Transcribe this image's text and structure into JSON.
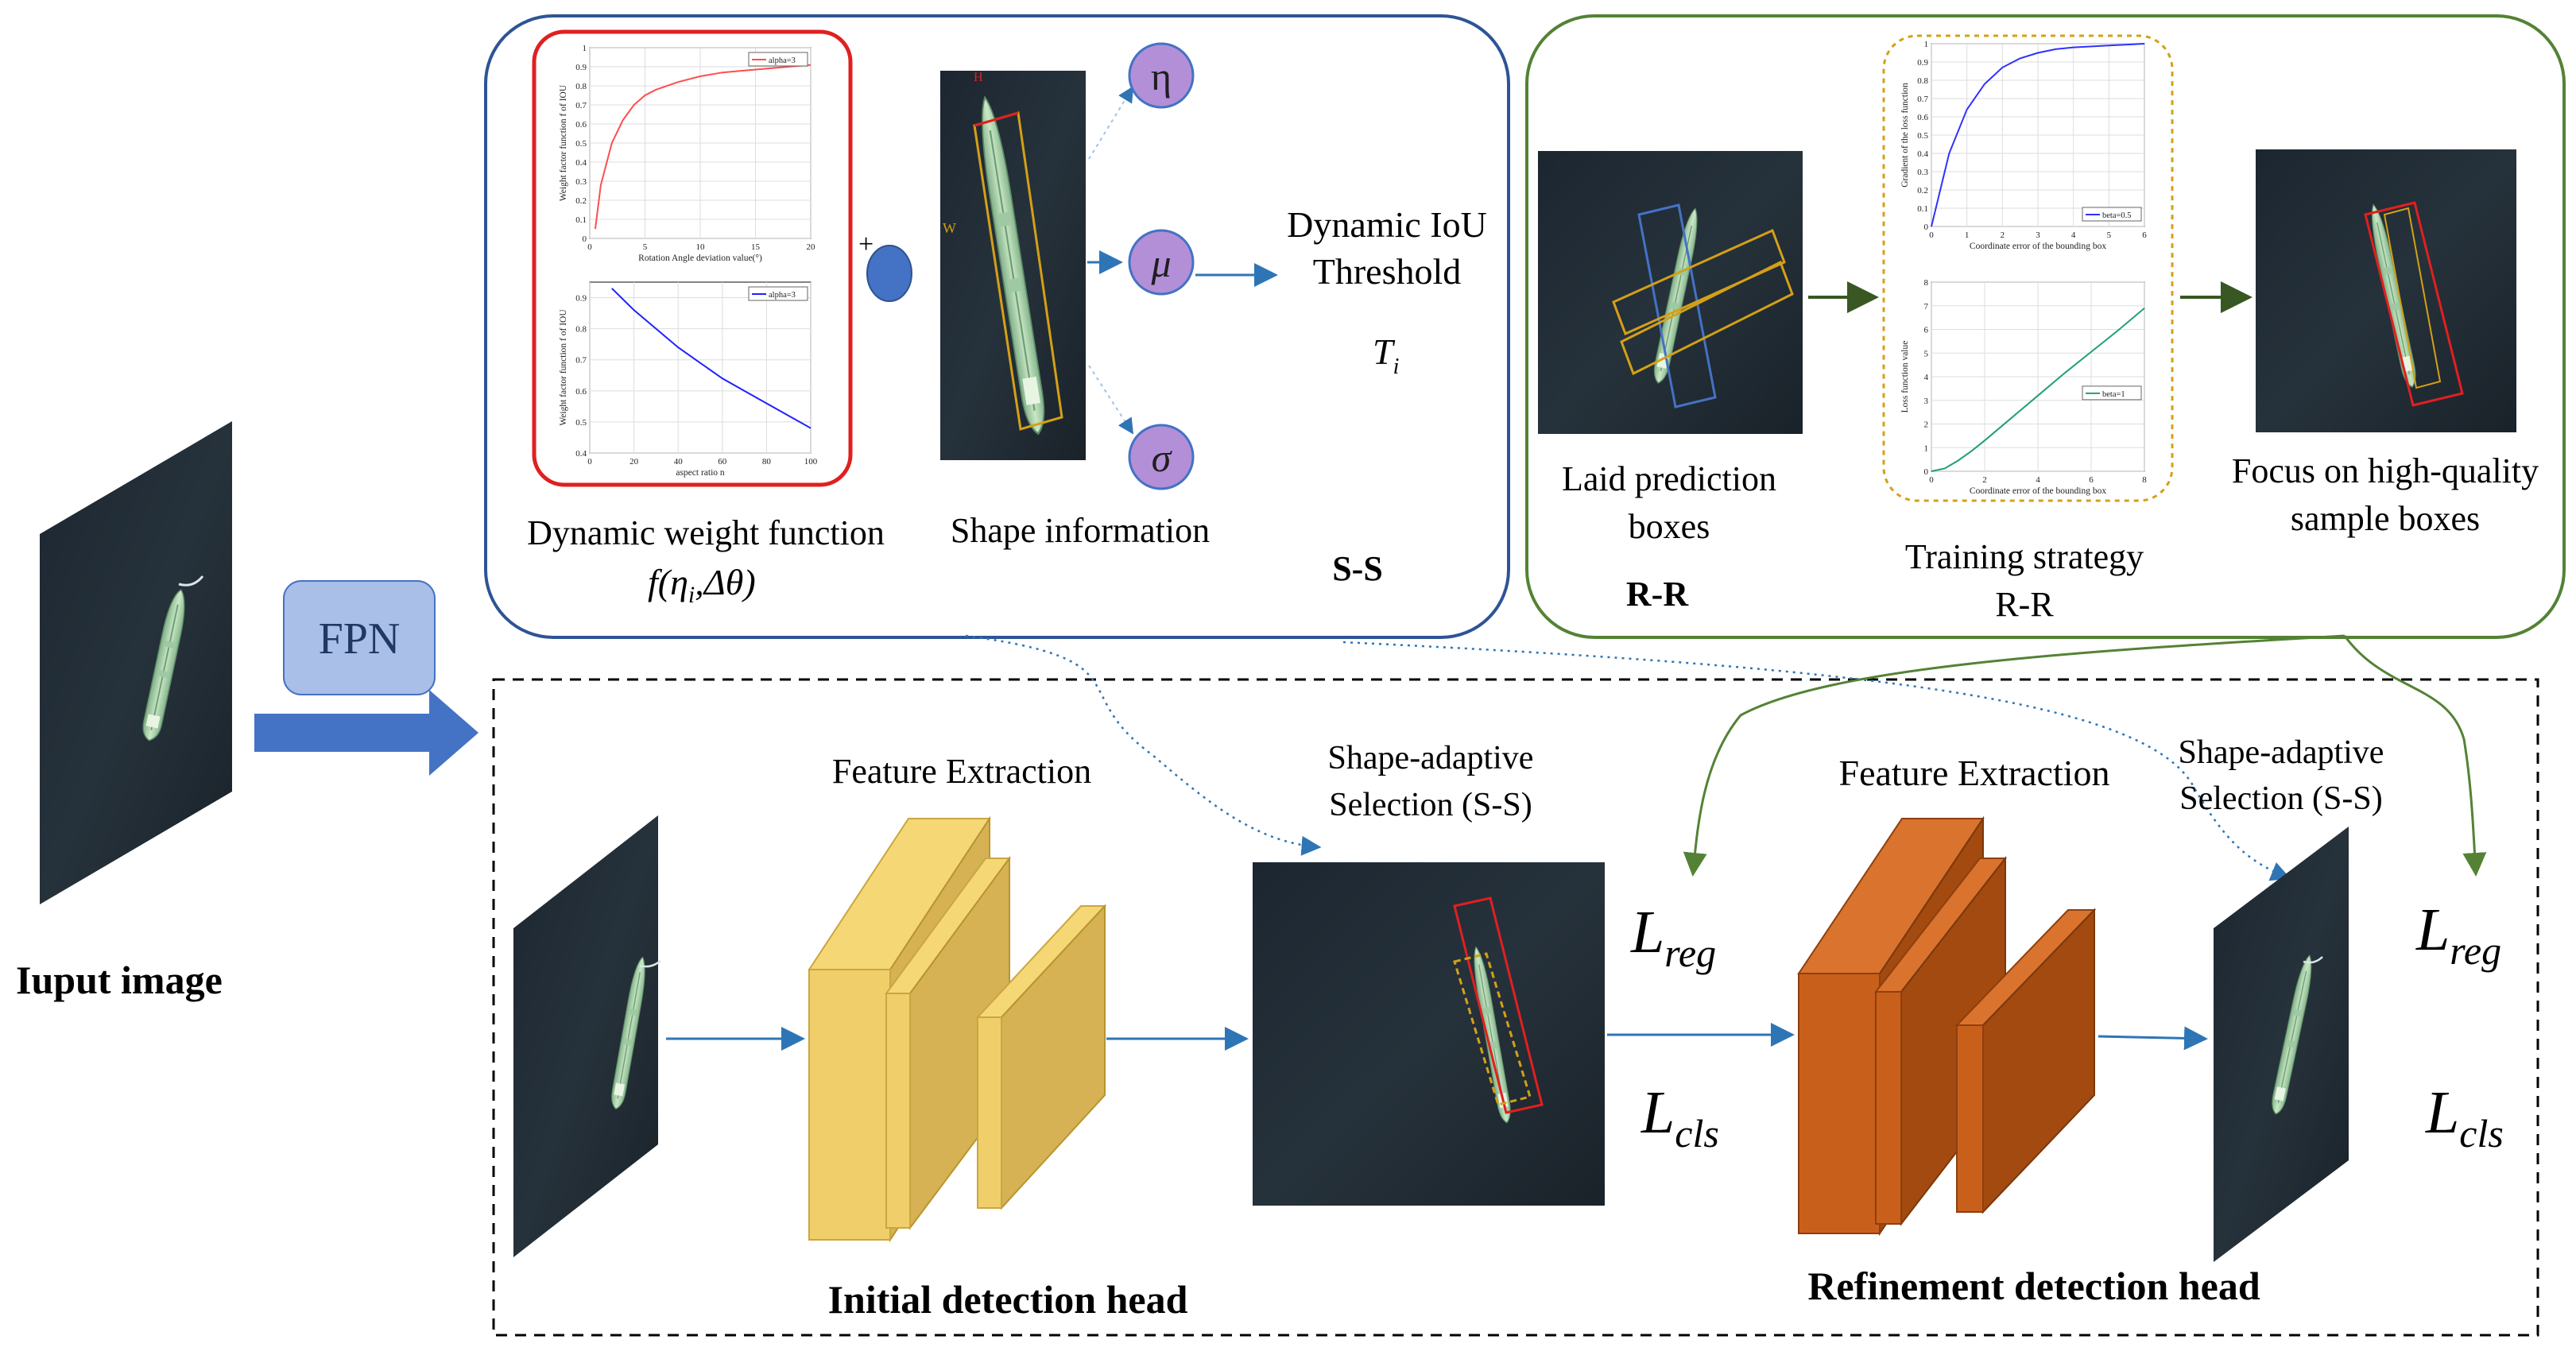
{
  "input": {
    "label": "Iuput image"
  },
  "fpn": {
    "label": "FPN"
  },
  "ss_panel": {
    "tag": "S-S",
    "dwf_caption": "Dynamic weight function",
    "dwf_formula": "f(η",
    "dwf_formula_sub": "i",
    "dwf_formula_rest": ",Δθ)",
    "shape_caption": "Shape information",
    "plus": "+",
    "eta": "η",
    "mu": "μ",
    "sigma": "σ",
    "threshold_line1": "Dynamic IoU",
    "threshold_line2": "Threshold",
    "threshold_sym": "T",
    "threshold_sub": "i",
    "ship_label_h": "H",
    "ship_label_w": "W"
  },
  "rr_panel": {
    "laid_line1": "Laid prediction",
    "laid_line2": "boxes",
    "rr_tag": "R-R",
    "train_line1": "Training strategy",
    "train_line2": "R-R",
    "focus_line1": "Focus on high-quality",
    "focus_line2": "sample boxes"
  },
  "pipeline": {
    "feat1": "Feature Extraction",
    "feat2": "Feature Extraction",
    "sas1_line1": "Shape-adaptive",
    "sas1_line2": "Selection  (S-S)",
    "sas2_line1": "Shape-adaptive",
    "sas2_line2": "Selection  (S-S)",
    "lreg": "L",
    "lreg_sub": "reg",
    "lcls": "L",
    "lcls_sub": "cls",
    "initial_head": "Initial detection head",
    "refine_head": "Refinement detection head"
  },
  "colors": {
    "ss_border": "#2e5496",
    "rr_border": "#548235",
    "red_box": "#e02020",
    "gold_box": "#d4a017",
    "arrow_blue": "#2e75b6",
    "yellow_face": "#f5d776",
    "yellow_side": "#d6b254",
    "orange_face": "#c8601c",
    "orange_side": "#a24a10",
    "fpn_fill": "#a9bfe8",
    "circle_purple": "#b38fd8"
  },
  "chart_data": [
    {
      "type": "line",
      "title": "",
      "xlabel": "Rotation Angle deviation value(°)",
      "ylabel": "Weight factor function f of IOU",
      "xlim": [
        0,
        20
      ],
      "ylim": [
        0,
        1
      ],
      "xticks": [
        "0",
        "5",
        "10",
        "15",
        "20"
      ],
      "yticks": [
        "0",
        "0.1",
        "0.2",
        "0.3",
        "0.4",
        "0.5",
        "0.6",
        "0.7",
        "0.8",
        "0.9",
        "1"
      ],
      "legend": "top-right",
      "series": [
        {
          "name": "alpha=3",
          "color": "#ff4d4d",
          "x": [
            0.5,
            1,
            2,
            3,
            4,
            5,
            6,
            8,
            10,
            12,
            14,
            16,
            18,
            20
          ],
          "values": [
            0.05,
            0.28,
            0.5,
            0.62,
            0.7,
            0.75,
            0.78,
            0.82,
            0.85,
            0.87,
            0.88,
            0.89,
            0.9,
            0.91
          ]
        }
      ]
    },
    {
      "type": "line",
      "title": "",
      "xlabel": "aspect ratio n",
      "ylabel": "Weight factor function f of IOU",
      "xlim": [
        0,
        100
      ],
      "ylim": [
        0.4,
        0.95
      ],
      "xticks": [
        "0",
        "20",
        "40",
        "60",
        "80",
        "100"
      ],
      "yticks": [
        "0.4",
        "0.5",
        "0.6",
        "0.7",
        "0.8",
        "0.9"
      ],
      "legend": "top-right",
      "series": [
        {
          "name": "alpha=3",
          "color": "#2020ff",
          "x": [
            10,
            20,
            30,
            40,
            50,
            60,
            70,
            80,
            90,
            100
          ],
          "values": [
            0.93,
            0.86,
            0.8,
            0.74,
            0.69,
            0.64,
            0.6,
            0.56,
            0.52,
            0.48
          ]
        }
      ]
    },
    {
      "type": "line",
      "title": "",
      "xlabel": "Coordinate error of the bounding box",
      "ylabel": "Gradient of the loss function",
      "xlim": [
        0,
        6
      ],
      "ylim": [
        0,
        1
      ],
      "xticks": [
        "0",
        "1",
        "2",
        "3",
        "4",
        "5",
        "6"
      ],
      "yticks": [
        "0",
        "0.1",
        "0.2",
        "0.3",
        "0.4",
        "0.5",
        "0.6",
        "0.7",
        "0.8",
        "0.9",
        "1"
      ],
      "legend": "bottom-right",
      "series": [
        {
          "name": "beta=0.5",
          "color": "#3030ff",
          "x": [
            0,
            0.5,
            1,
            1.5,
            2,
            2.5,
            3,
            3.5,
            4,
            5,
            6
          ],
          "values": [
            0,
            0.4,
            0.64,
            0.78,
            0.87,
            0.92,
            0.95,
            0.97,
            0.98,
            0.99,
            1.0
          ]
        }
      ]
    },
    {
      "type": "line",
      "title": "",
      "xlabel": "Coordinate error of the bounding box",
      "ylabel": "Loss function value",
      "xlim": [
        0,
        8
      ],
      "ylim": [
        0,
        8
      ],
      "xticks": [
        "0",
        "2",
        "4",
        "6",
        "8"
      ],
      "yticks": [
        "0",
        "1",
        "2",
        "3",
        "4",
        "5",
        "6",
        "7",
        "8"
      ],
      "legend": "right",
      "series": [
        {
          "name": "beta=1",
          "color": "#20a070",
          "x": [
            0,
            0.5,
            1,
            1.5,
            2,
            3,
            4,
            5,
            6,
            7,
            8
          ],
          "values": [
            0,
            0.12,
            0.45,
            0.85,
            1.3,
            2.25,
            3.2,
            4.15,
            5.05,
            5.95,
            6.9
          ]
        }
      ]
    }
  ]
}
